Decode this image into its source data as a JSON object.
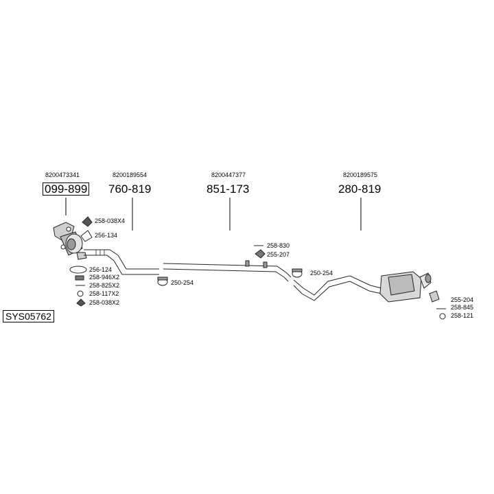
{
  "system": {
    "code": "SYS05762"
  },
  "main_parts": [
    {
      "oem": "8200473341",
      "part": "099-899"
    },
    {
      "oem": "8200189554",
      "part": "760-819"
    },
    {
      "oem": "8200447377",
      "part": "851-173"
    },
    {
      "oem": "8200189575",
      "part": "280-819"
    }
  ],
  "sub_parts": {
    "p258_038x4": "258-038X4",
    "p256_134": "256-134",
    "p256_124": "256-124",
    "p258_946x2": "258-946X2",
    "p258_825x2": "258-825X2",
    "p258_117x2": "258-117X2",
    "p258_038x2": "258-038X2",
    "p250_254_a": "250-254",
    "p258_830": "258-830",
    "p255_207": "255-207",
    "p250_254_b": "250-254",
    "p255_204": "255-204",
    "p258_845": "258-845",
    "p258_121": "258-121"
  }
}
